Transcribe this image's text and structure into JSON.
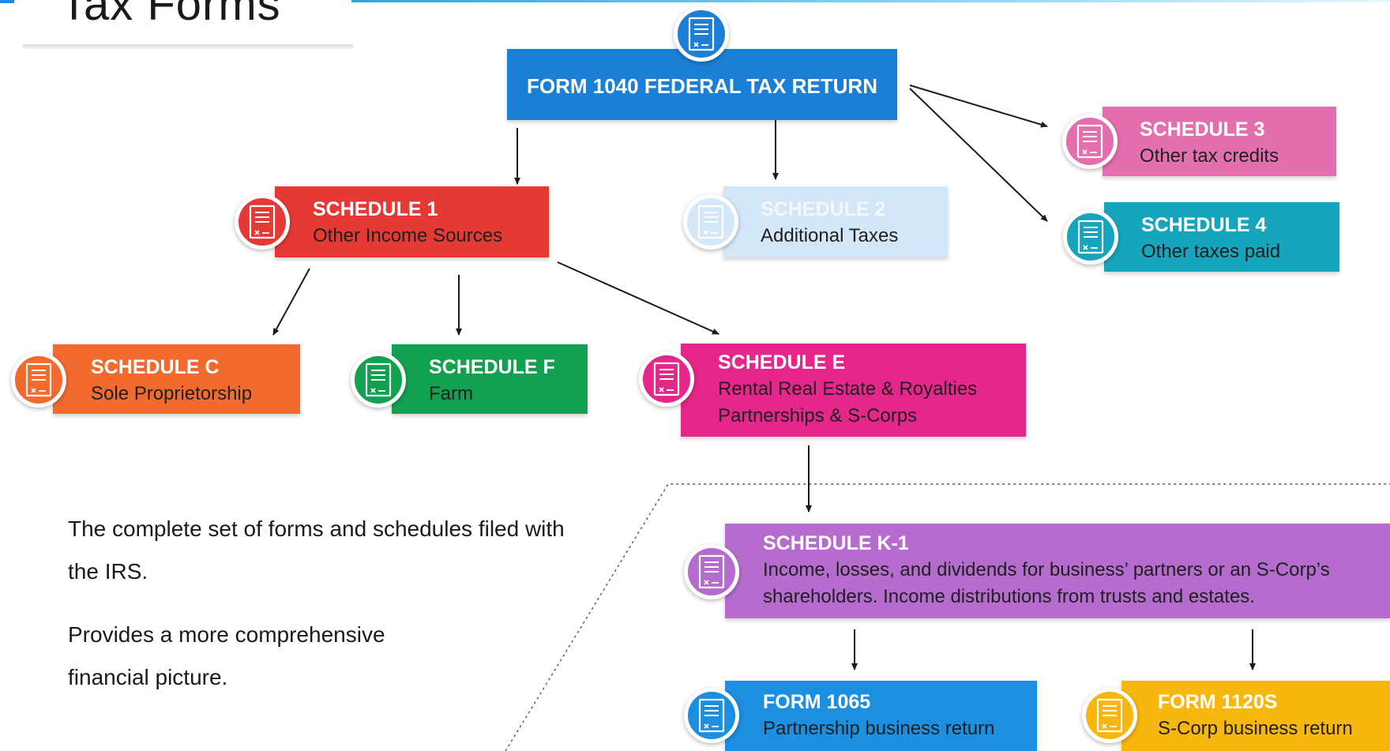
{
  "title": "Tax Forms",
  "colors": {
    "root": "#1c7fd6",
    "schedule_1": "#e53935",
    "schedule_2": "#d4e7f8",
    "schedule_3": "#e36fae",
    "schedule_4": "#17a5be",
    "schedule_c": "#f26a2e",
    "schedule_f": "#12a150",
    "schedule_e": "#e5268a",
    "schedule_k1": "#b56cce",
    "form_1065": "#1c8fe0",
    "form_1120s": "#f7b70f"
  },
  "icon": "document-icon",
  "root": {
    "title": "FORM 1040 FEDERAL TAX RETURN"
  },
  "schedule_1": {
    "title": "SCHEDULE 1",
    "desc": "Other Income Sources"
  },
  "schedule_2": {
    "title": "SCHEDULE 2",
    "desc": "Additional Taxes"
  },
  "schedule_3": {
    "title": "SCHEDULE 3",
    "desc": "Other tax credits"
  },
  "schedule_4": {
    "title": "SCHEDULE 4",
    "desc": "Other taxes paid"
  },
  "schedule_c": {
    "title": "SCHEDULE C",
    "desc": "Sole Proprietorship"
  },
  "schedule_f": {
    "title": "SCHEDULE F",
    "desc": "Farm"
  },
  "schedule_e": {
    "title": "SCHEDULE E",
    "desc": "Rental Real Estate & Royalties",
    "desc2": "Partnerships & S-Corps"
  },
  "schedule_k1": {
    "title": "SCHEDULE K-1",
    "desc": "Income, losses, and dividends for business’ partners or an S-Corp’s",
    "desc2": "shareholders. Income distributions from trusts and estates."
  },
  "form_1065": {
    "title": "FORM 1065",
    "desc": "Partnership business return"
  },
  "form_1120s": {
    "title": "FORM 1120S",
    "desc": "S-Corp business return"
  },
  "paragraphs": [
    "The complete set of forms and schedules filed with the IRS.",
    "Provides a more comprehensive financial picture."
  ]
}
